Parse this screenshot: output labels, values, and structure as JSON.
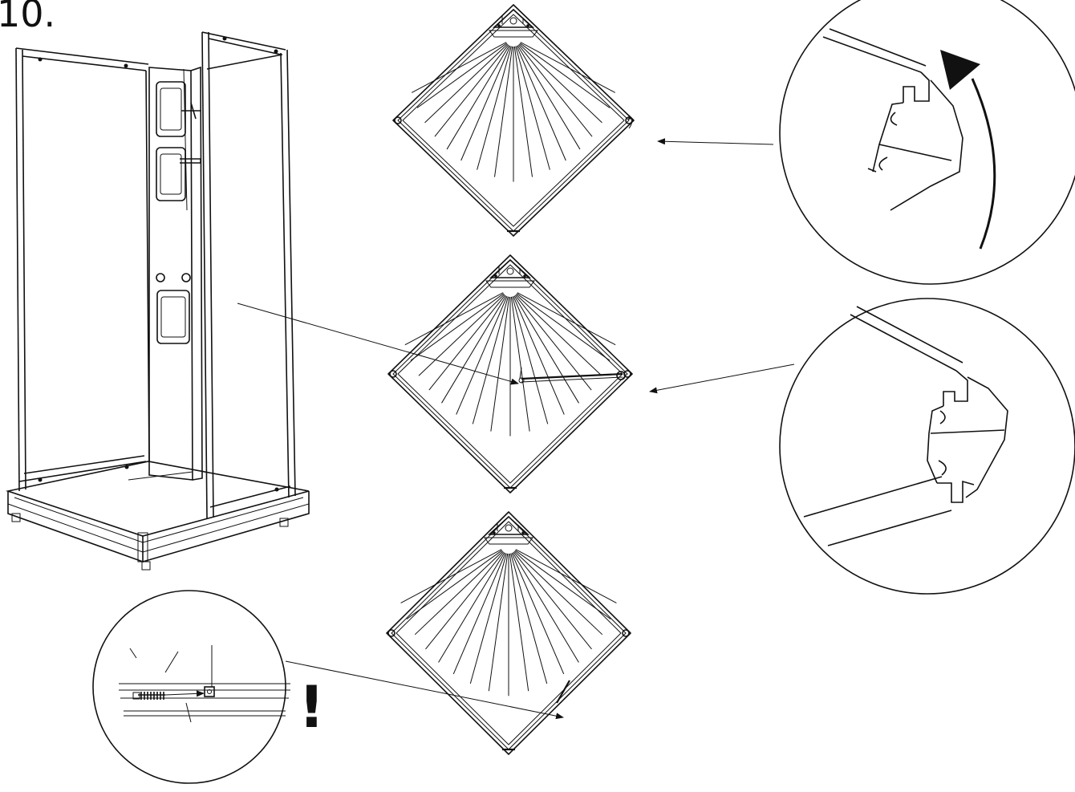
{
  "step": {
    "number": "10."
  },
  "warning": {
    "symbol": "!"
  },
  "colors": {
    "ink": "#111111",
    "paper": "#ffffff"
  },
  "icons": [
    "shower-enclosure-illustration",
    "tray-top-view",
    "profile-detail-magnifier",
    "screw-detail-magnifier",
    "rotation-arrow-icon",
    "pointer-arrow"
  ]
}
